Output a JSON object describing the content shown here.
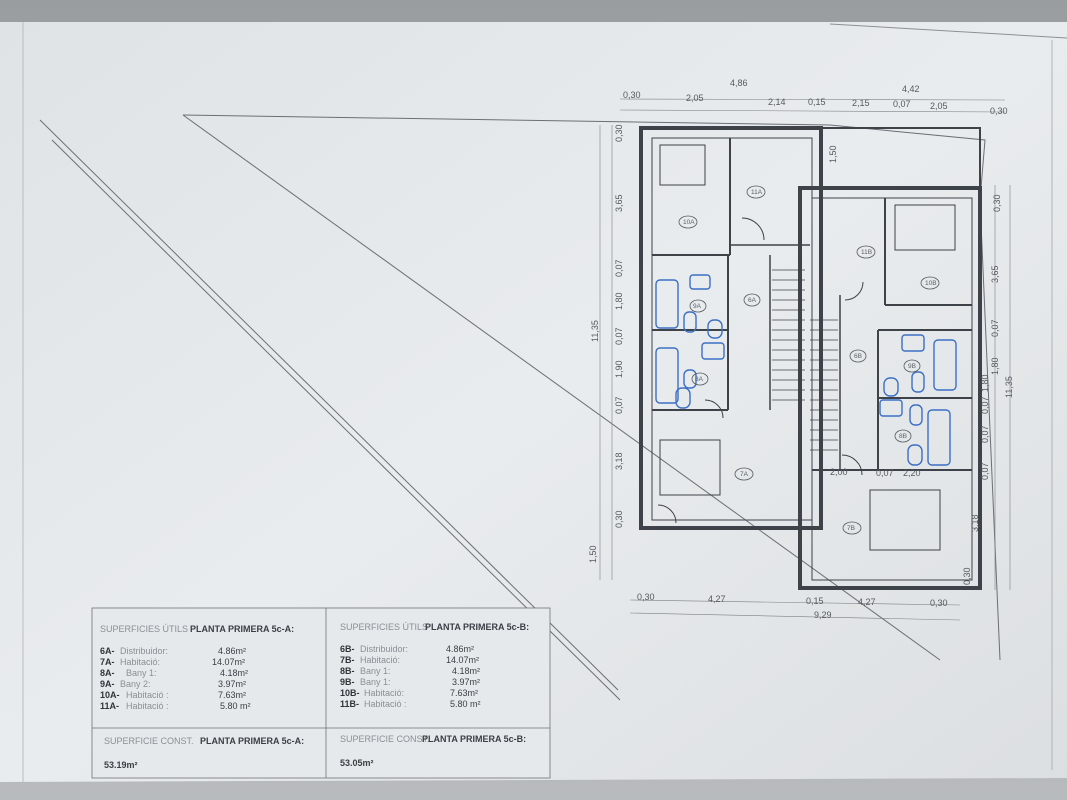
{
  "plan": {
    "rooms_a": [
      "6A",
      "7A",
      "8A",
      "9A",
      "10A",
      "11A"
    ],
    "rooms_b": [
      "6B",
      "7B",
      "8B",
      "9B",
      "10B",
      "11B"
    ],
    "dims_top": [
      "0,30",
      "4,86",
      "2,05",
      "2,14",
      "0,15",
      "4,42",
      "2,15",
      "0,07",
      "2,05",
      "0,30"
    ],
    "dims_left": [
      "0,30",
      "3,65",
      "0,07",
      "1,80",
      "0,07",
      "1,90",
      "0,07",
      "3,18",
      "0,30",
      "1,50",
      "11,35"
    ],
    "dims_right": [
      "0,30",
      "3,65",
      "0,07",
      "1,80",
      "0,07",
      "0,07",
      "1,80",
      "0,07",
      "3,18",
      "0,30",
      "11,35"
    ],
    "dims_bottom": [
      "0,30",
      "4,27",
      "0,15",
      "4,27",
      "0,30",
      "9,29"
    ],
    "dims_inner": [
      "2,00",
      "0,07",
      "2,20",
      "1,50"
    ]
  },
  "legend": {
    "a": {
      "head_light": "SUPERFICIES ÚTILS",
      "head_bold": "PLANTA PRIMERA 5c-A:",
      "rows": [
        {
          "code": "6A-",
          "name": "Distribuidor:",
          "value": "4.86m²"
        },
        {
          "code": "7A-",
          "name": "Habitació:",
          "value": "14.07m²"
        },
        {
          "code": "8A-",
          "name": "Bany 1:",
          "value": "4.18m²"
        },
        {
          "code": "9A-",
          "name": "Bany 2:",
          "value": "3.97m²"
        },
        {
          "code": "10A-",
          "name": "Habitació :",
          "value": "7.63m²"
        },
        {
          "code": "11A-",
          "name": "Habitació :",
          "value": "5.80 m²"
        }
      ],
      "const_light": "SUPERFICIE CONST.",
      "const_bold": "PLANTA PRIMERA 5c-A:",
      "const_value": "53.19m²"
    },
    "b": {
      "head_light": "SUPERFICIES ÚTILS",
      "head_bold": "PLANTA PRIMERA 5c-B:",
      "rows": [
        {
          "code": "6B-",
          "name": "Distribuidor:",
          "value": "4.86m²"
        },
        {
          "code": "7B-",
          "name": "Habitació:",
          "value": "14.07m²"
        },
        {
          "code": "8B-",
          "name": "Bany 1:",
          "value": "4.18m²"
        },
        {
          "code": "9B-",
          "name": "Bany 1:",
          "value": "3.97m²"
        },
        {
          "code": "10B-",
          "name": "Habitació:",
          "value": "7.63m²"
        },
        {
          "code": "11B-",
          "name": "Habitació :",
          "value": "5.80 m²"
        }
      ],
      "const_light": "SUPERFICIE CONST.",
      "const_bold": "PLANTA PRIMERA 5c-B:",
      "const_value": "53.05m²"
    }
  }
}
